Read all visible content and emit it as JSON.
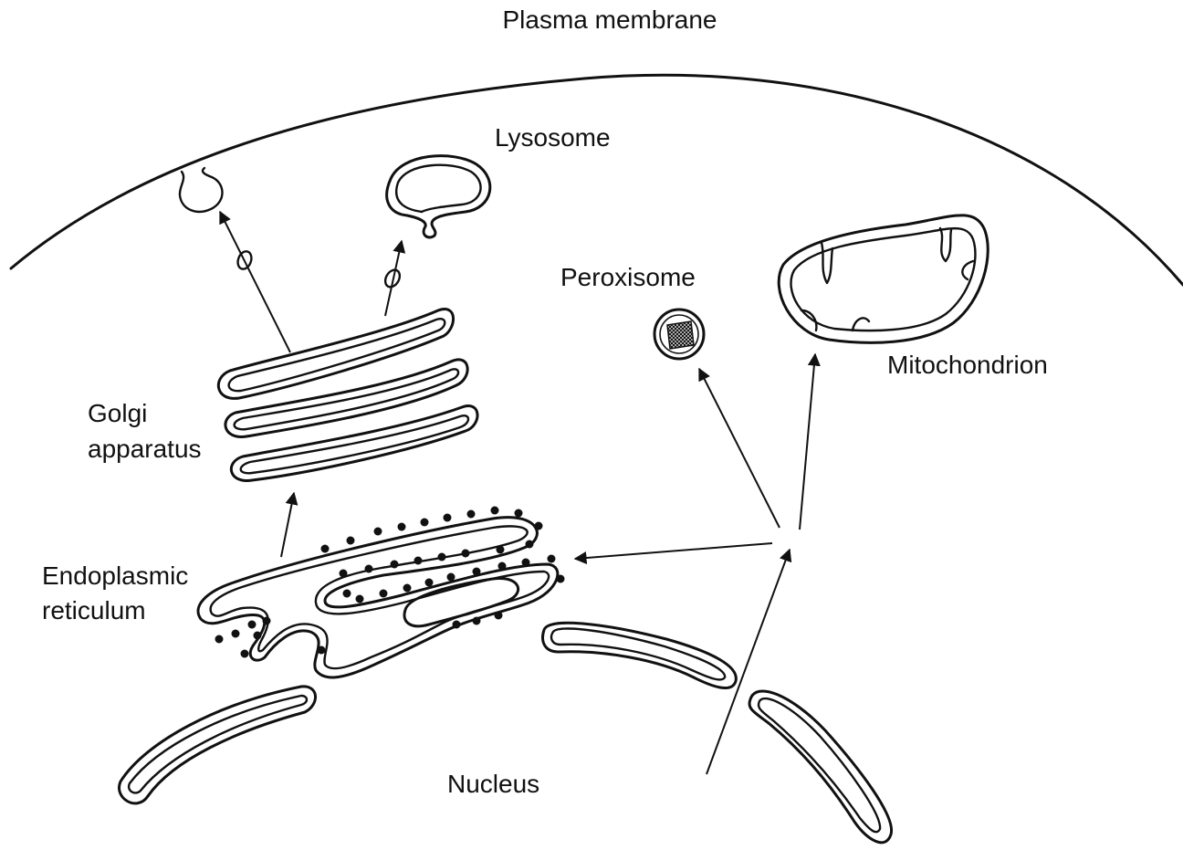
{
  "diagram": {
    "labels": {
      "plasma_membrane": "Plasma membrane",
      "lysosome": "Lysosome",
      "peroxisome": "Peroxisome",
      "mitochondrion": "Mitochondrion",
      "golgi_line1": "Golgi",
      "golgi_line2": "apparatus",
      "er_line1": "Endoplasmic",
      "er_line2": "reticulum",
      "nucleus": "Nucleus"
    },
    "colors": {
      "ink": "#111111",
      "background": "#ffffff"
    }
  }
}
